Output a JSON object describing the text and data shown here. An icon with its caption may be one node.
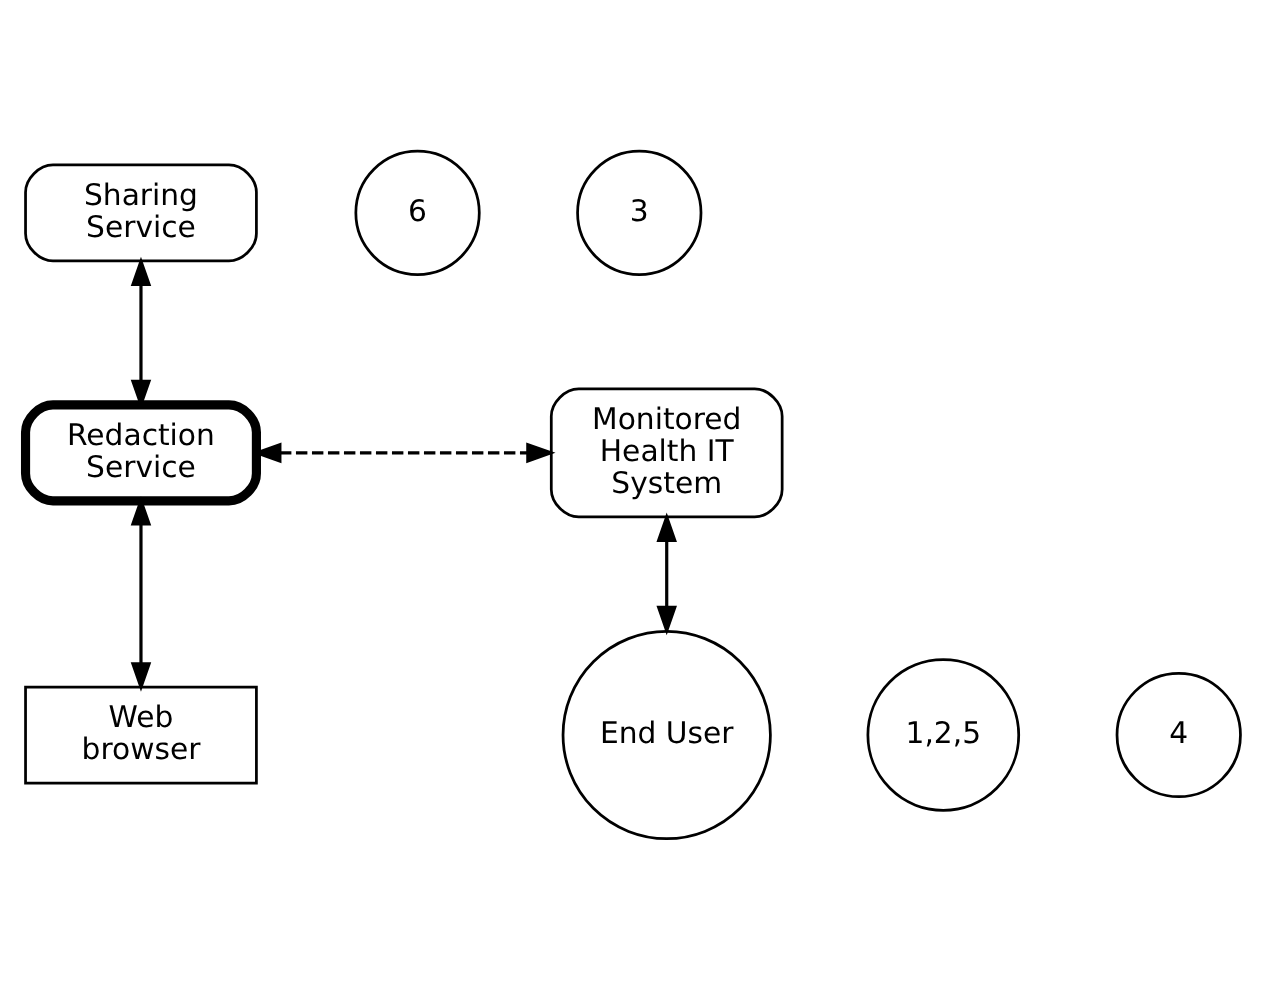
{
  "diagram": {
    "nodes": [
      {
        "text": [
          "Sharing Service"
        ]
      },
      {
        "text": [
          "6"
        ]
      },
      {
        "text": [
          "3"
        ]
      },
      {
        "text": [
          "Redaction Service"
        ]
      },
      {
        "text": [
          "Monitored Health IT System"
        ]
      },
      {
        "text": [
          "1,2,5"
        ]
      },
      {
        "text": [
          "4"
        ]
      },
      {
        "text": [
          "Web browser"
        ]
      },
      {
        "text": [
          "End User"
        ]
      }
    ],
    "edges": [
      {
        "from": 0,
        "to": 3,
        "arrow": "both"
      },
      {
        "from": 3,
        "to": 4,
        "arrow": "both",
        "style": "dashed"
      },
      {
        "from": 3,
        "to": 7,
        "arrow": "both"
      },
      {
        "from": 4,
        "to": 8,
        "arrow": "both"
      }
    ]
  }
}
